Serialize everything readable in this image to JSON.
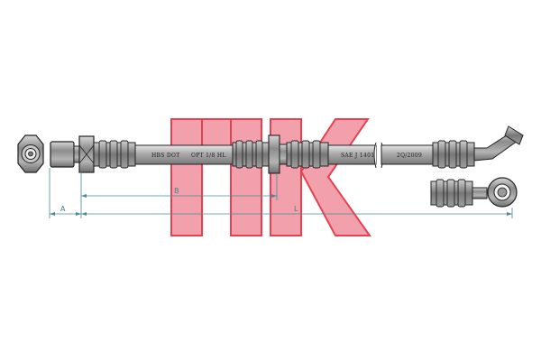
{
  "hose_markings": [
    "HBS DOT",
    "OPT 1/8 HL",
    "SAE J 1401",
    "2Q/2009"
  ],
  "dimensions": {
    "a": "A",
    "b": "B",
    "l": "L"
  },
  "logo": {
    "text": "NK",
    "color": "#f03c50"
  },
  "colors": {
    "dimension_line": "#4a8a9a",
    "outline": "#222222",
    "metal": "#9a9a9a"
  }
}
